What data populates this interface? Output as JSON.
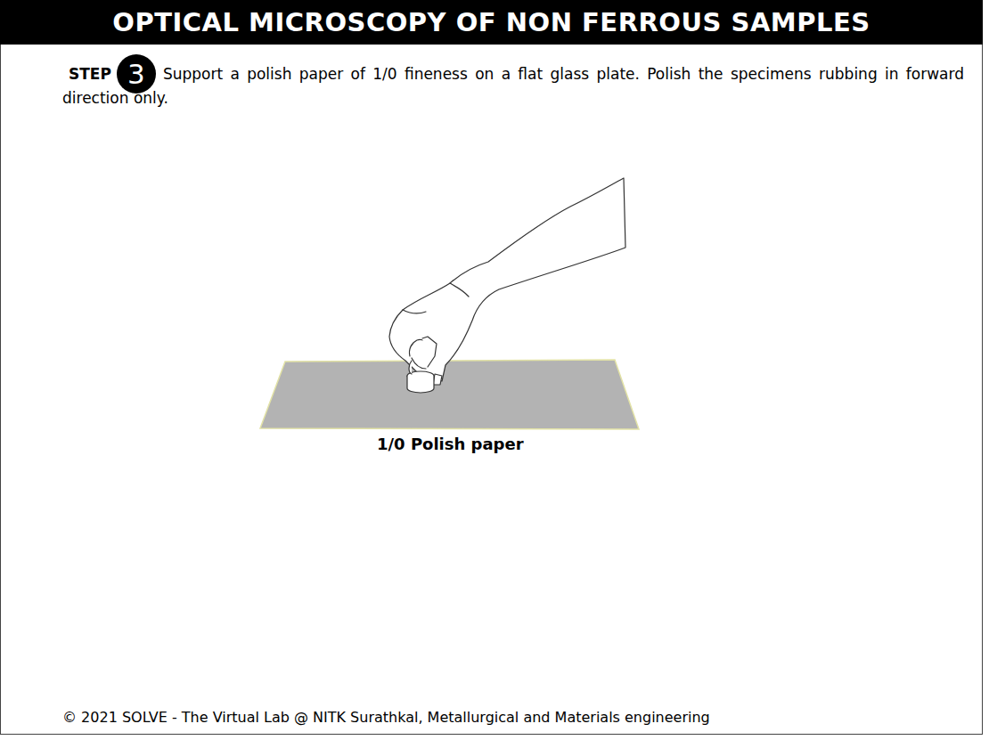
{
  "diagram": {
    "title": "OPTICAL MICROSCOPY OF NON FERROUS SAMPLES",
    "nodes": [
      {
        "text": [
          "3"
        ]
      }
    ],
    "labels": [
      "STEP",
      "Support a polish paper of 1/0 fineness on a flat glass plate. Polish the specimens rubbing in forward direction only.",
      "1/0 Polish paper",
      "© 2021 SOLVE - The Virtual Lab @ NITK Surathkal, Metallurgical and Materials engineering"
    ]
  }
}
